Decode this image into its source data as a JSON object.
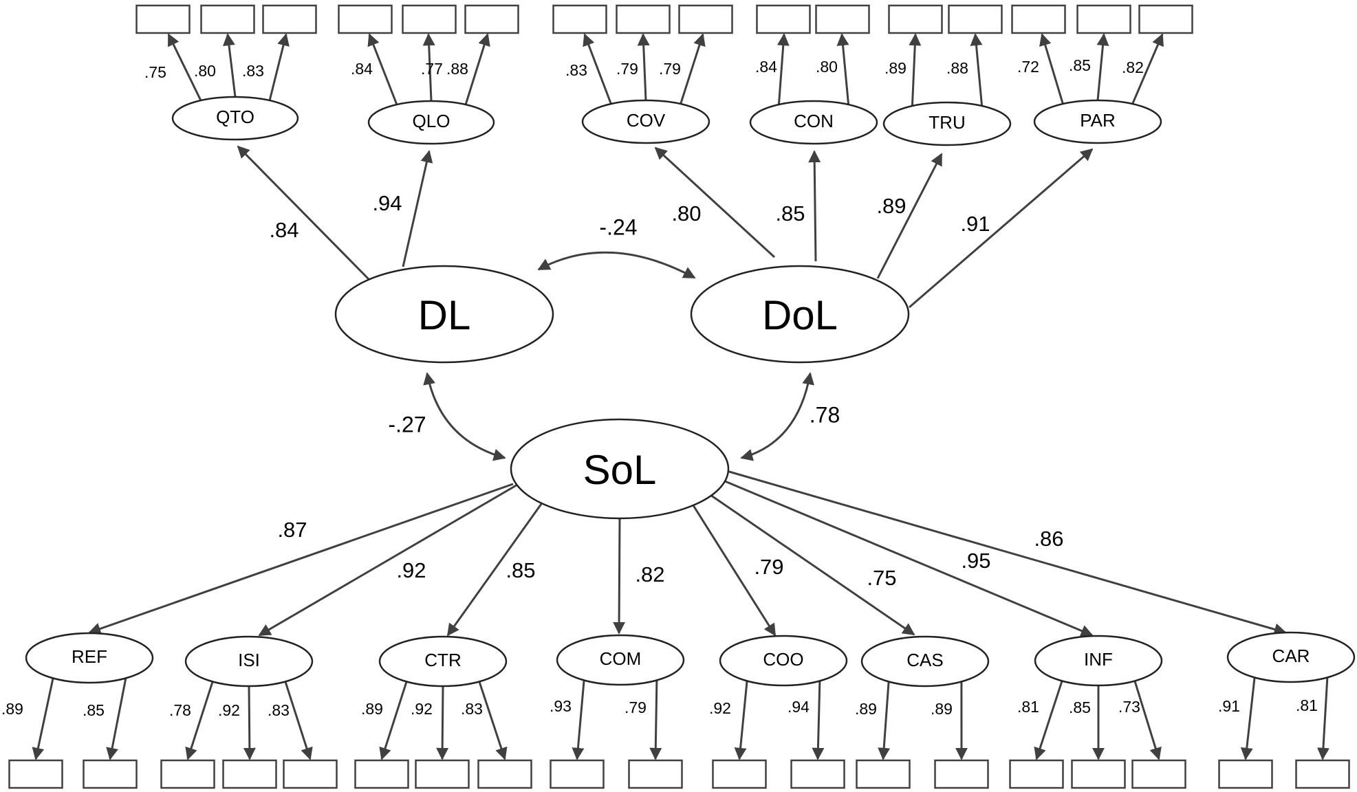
{
  "main_factors": [
    {
      "id": "DL",
      "label": "DL"
    },
    {
      "id": "DoL",
      "label": "DoL"
    },
    {
      "id": "SoL",
      "label": "SoL"
    }
  ],
  "correlations": [
    {
      "from": "DL",
      "to": "DoL",
      "value": "-.24"
    },
    {
      "from": "DL",
      "to": "SoL",
      "value": "-.27"
    },
    {
      "from": "DoL",
      "to": "SoL",
      "value": ".78"
    }
  ],
  "top_subfactors": [
    {
      "id": "QTO",
      "label": "QTO",
      "parent": "DL",
      "loading": ".84",
      "indicators": [
        ".75",
        ".80",
        ".83"
      ]
    },
    {
      "id": "QLO",
      "label": "QLO",
      "parent": "DL",
      "loading": ".94",
      "indicators": [
        ".84",
        ".77",
        ".88"
      ]
    },
    {
      "id": "COV",
      "label": "COV",
      "parent": "DoL",
      "loading": ".80",
      "indicators": [
        ".83",
        ".79",
        ".79"
      ]
    },
    {
      "id": "CON",
      "label": "CON",
      "parent": "DoL",
      "loading": ".85",
      "indicators": [
        ".84",
        ".80"
      ]
    },
    {
      "id": "TRU",
      "label": "TRU",
      "parent": "DoL",
      "loading": ".89",
      "indicators": [
        ".89",
        ".88"
      ]
    },
    {
      "id": "PAR",
      "label": "PAR",
      "parent": "DoL",
      "loading": ".91",
      "indicators": [
        ".72",
        ".85",
        ".82"
      ]
    }
  ],
  "bottom_subfactors": [
    {
      "id": "REF",
      "label": "REF",
      "parent": "SoL",
      "loading": ".87",
      "indicators": [
        ".89",
        ".85"
      ]
    },
    {
      "id": "ISI",
      "label": "ISI",
      "parent": "SoL",
      "loading": ".92",
      "indicators": [
        ".78",
        ".92",
        ".83"
      ]
    },
    {
      "id": "CTR",
      "label": "CTR",
      "parent": "SoL",
      "loading": ".85",
      "indicators": [
        ".89",
        ".92",
        ".83"
      ]
    },
    {
      "id": "COM",
      "label": "COM",
      "parent": "SoL",
      "loading": ".82",
      "indicators": [
        ".93",
        ".79"
      ]
    },
    {
      "id": "COO",
      "label": "COO",
      "parent": "SoL",
      "loading": ".79",
      "indicators": [
        ".92",
        ".94"
      ]
    },
    {
      "id": "CAS",
      "label": "CAS",
      "parent": "SoL",
      "loading": ".75",
      "indicators": [
        ".89",
        ".89"
      ]
    },
    {
      "id": "INF",
      "label": "INF",
      "parent": "SoL",
      "loading": ".95",
      "indicators": [
        ".81",
        ".85",
        ".73"
      ]
    },
    {
      "id": "CAR",
      "label": "CAR",
      "parent": "SoL",
      "loading": ".86",
      "indicators": [
        ".91",
        ".81"
      ]
    }
  ],
  "colors": {
    "line": "#404040",
    "text": "#000000",
    "background": "#ffffff"
  }
}
